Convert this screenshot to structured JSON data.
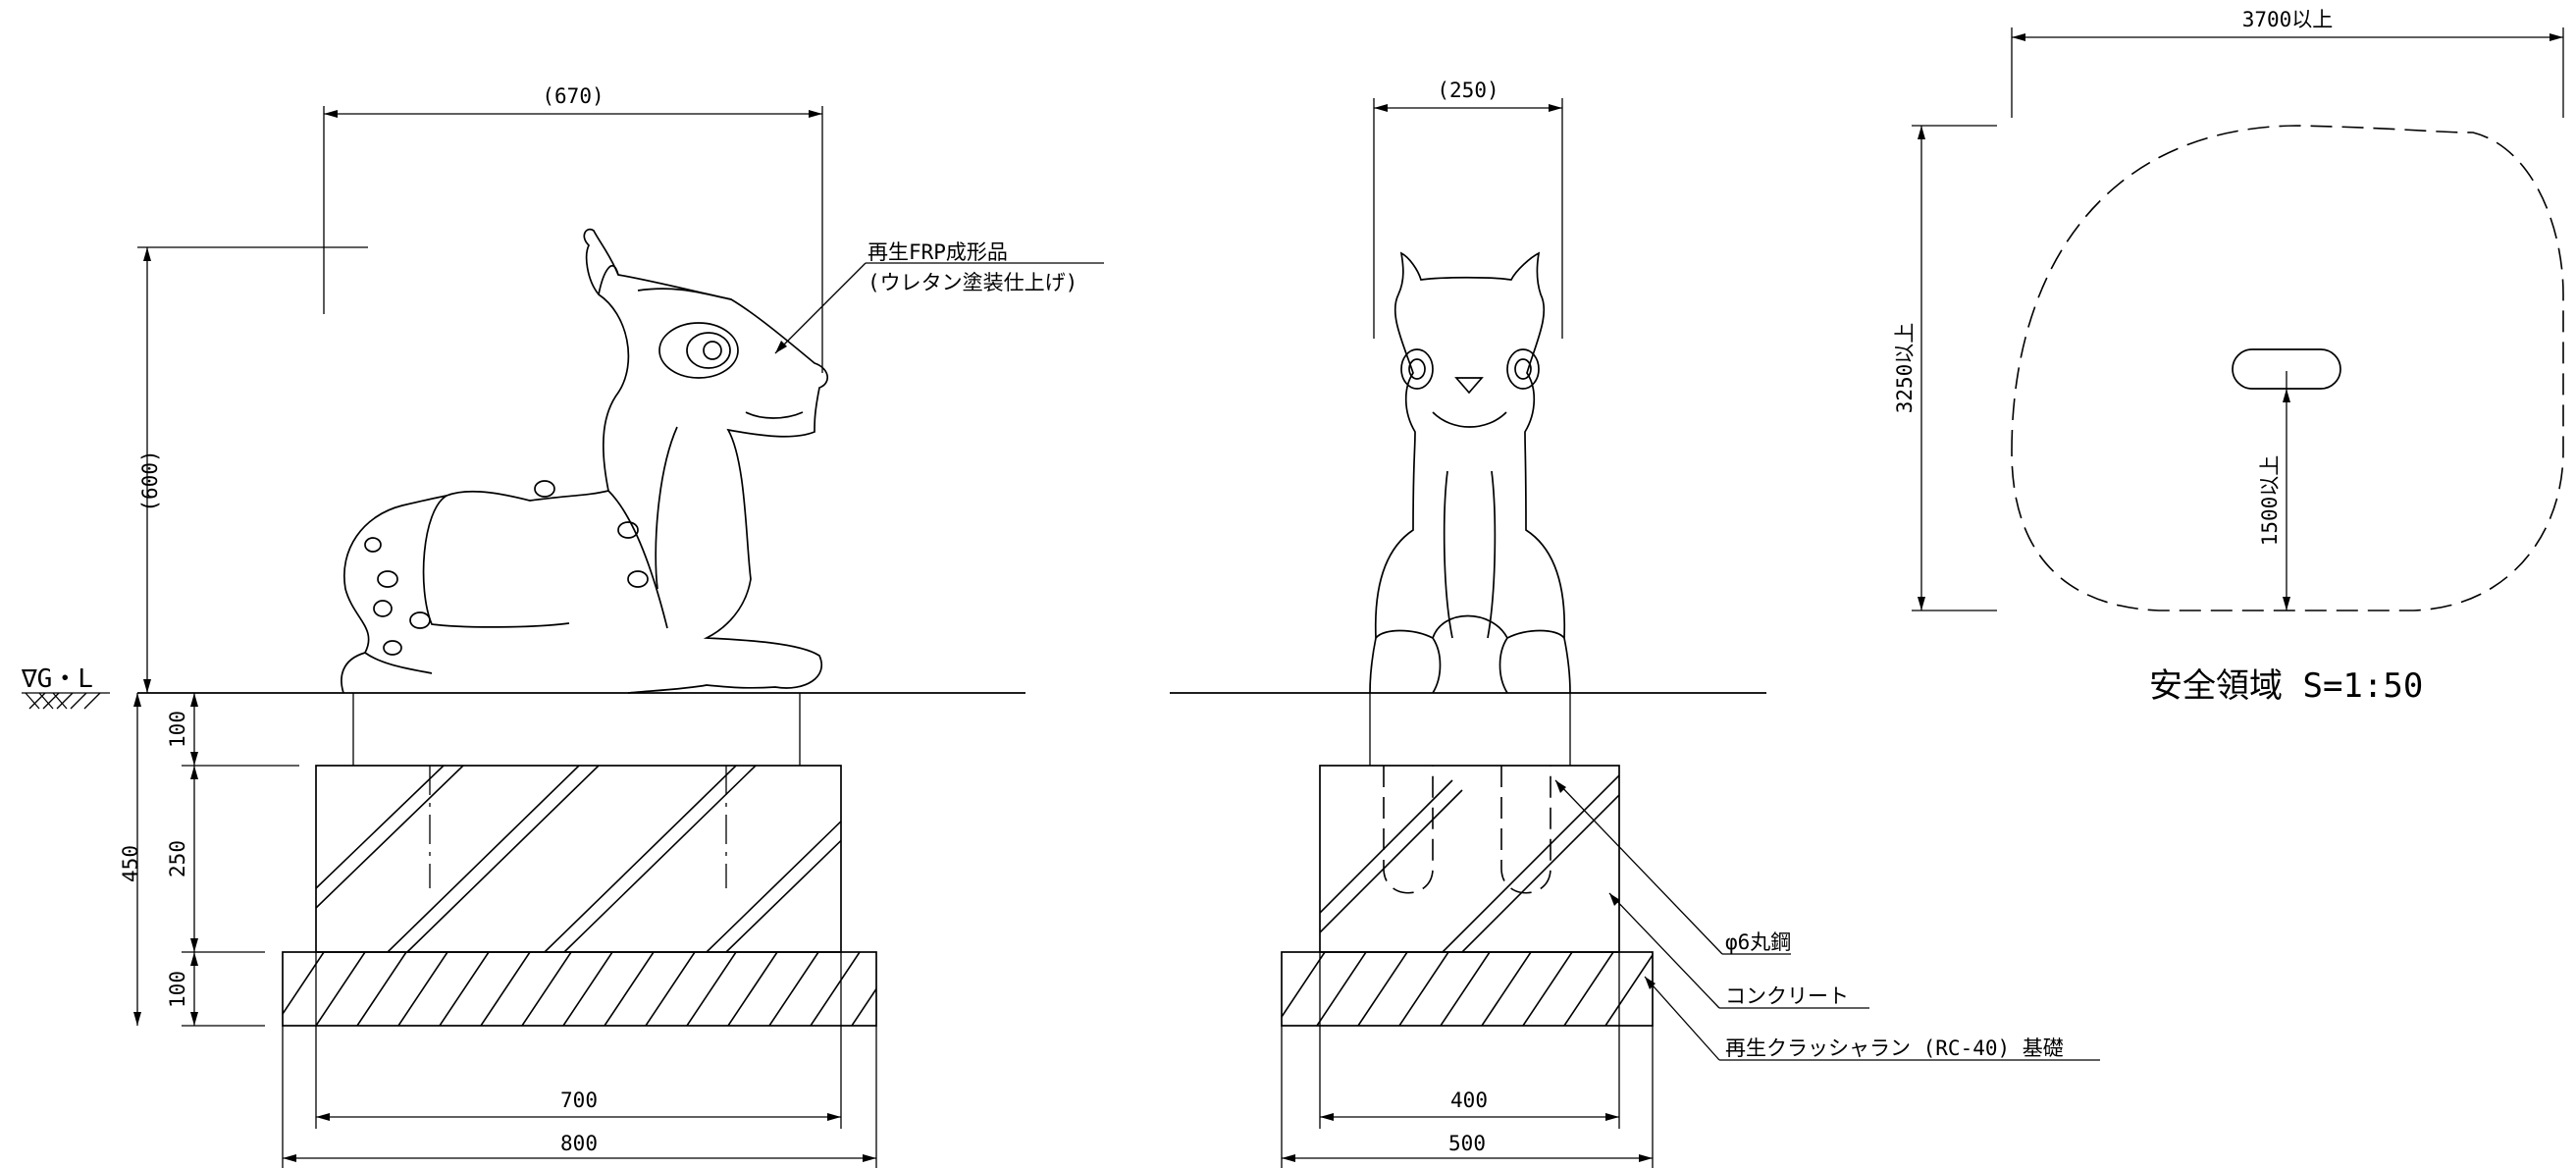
{
  "dimensions": {
    "side_width": "(670)",
    "side_height": "(600)",
    "front_width": "(250)",
    "base_upper": "100",
    "concrete_h": "250",
    "gravel_h": "100",
    "total_depth": "450",
    "side_inner": "700",
    "side_outer": "800",
    "front_inner": "400",
    "front_outer": "500",
    "safety_width": "3700以上",
    "safety_height": "3250以上",
    "safety_radius": "1500以上"
  },
  "ground_label": "∇G・L",
  "callouts": {
    "material_line1": "再生FRP成形品",
    "material_line2": "(ウレタン塗装仕上げ)",
    "rebar": "φ6丸鋼",
    "concrete": "コンクリート",
    "gravel": "再生クラッシャラン (RC-40) 基礎"
  },
  "safety_title": "安全領域 S=1:50"
}
